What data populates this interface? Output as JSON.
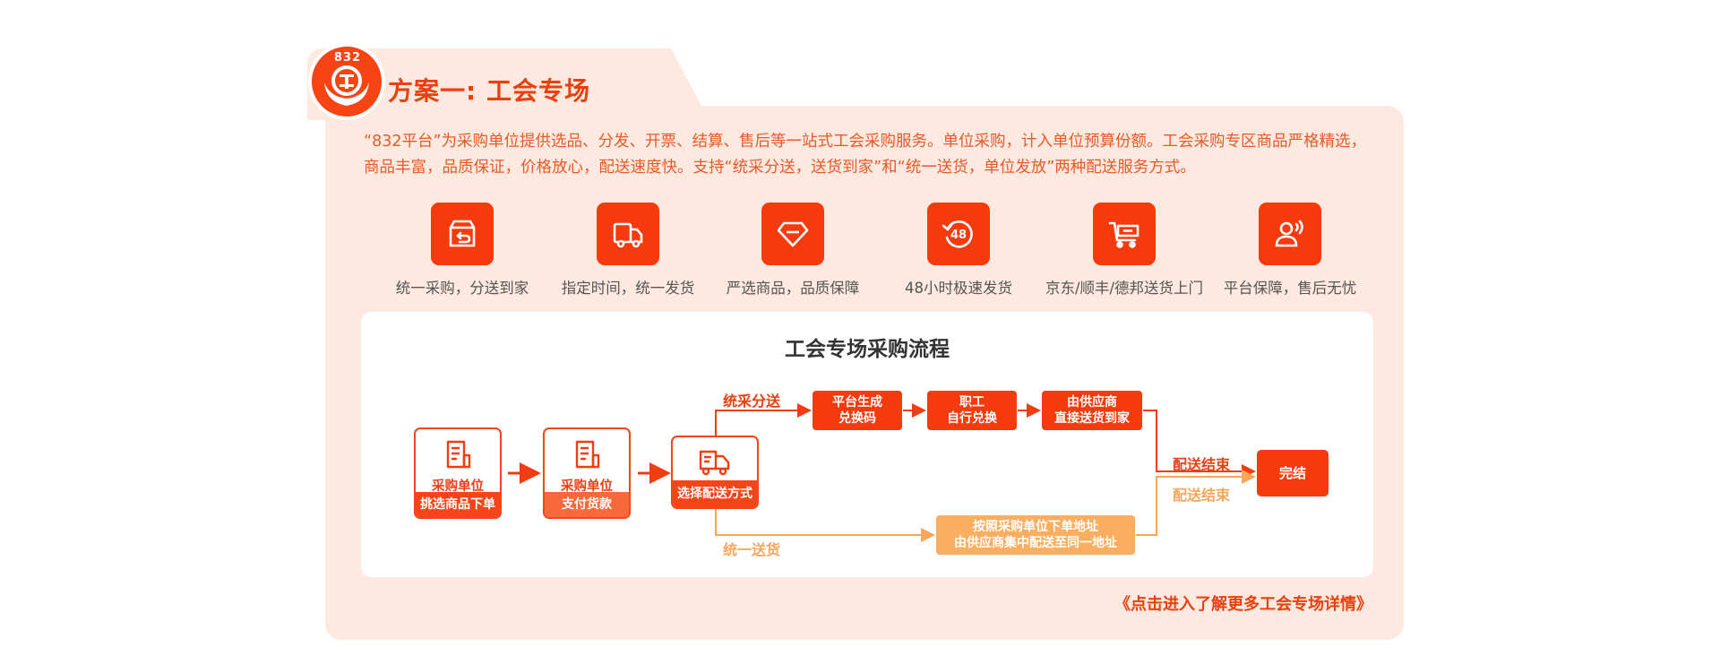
{
  "section": {
    "logo_text": "832",
    "title": "方案一: 工会专场",
    "intro": "“832平台”为采购单位提供选品、分发、开票、结算、售后等一站式工会采购服务。单位采购，计入单位预算份额。工会采购专区商品严格精选，商品丰富，品质保证，价格放心，配送速度快。支持“统采分送，送货到家”和“统一送货，单位发放”两种配送服务方式。"
  },
  "features": [
    {
      "label": "统一采购，分送到家",
      "icon": "return-box-icon"
    },
    {
      "label": "指定时间，统一发货",
      "icon": "delivery-truck-icon"
    },
    {
      "label": "严选商品，品质保障",
      "icon": "diamond-icon"
    },
    {
      "label": "48小时极速发货",
      "icon": "48-hour-icon"
    },
    {
      "label": "京东/顺丰/德邦送货上门",
      "icon": "shopping-cart-icon"
    },
    {
      "label": "平台保障，售后无忧",
      "icon": "customer-service-icon"
    }
  ],
  "flow": {
    "title": "工会专场采购流程",
    "step1": {
      "top": "采购单位",
      "bottom": "挑选商品下单"
    },
    "step2": {
      "top": "采购单位",
      "bottom": "支付货款"
    },
    "step3": {
      "bottom": "选择配送方式"
    },
    "branch_top_label": "统采分送",
    "branch_bottom_label": "统一送货",
    "top_nodes": [
      {
        "line1": "平台生成",
        "line2": "兑换码"
      },
      {
        "line1": "职工",
        "line2": "自行兑换"
      },
      {
        "line1": "由供应商",
        "line2": "直接送货到家"
      }
    ],
    "bottom_node": {
      "line1": "按照采购单位下单地址",
      "line2": "由供应商集中配送至同一地址"
    },
    "end_label_top": "配送结束",
    "end_label_bottom": "配送结束",
    "final": "完结"
  },
  "more_link": "《点击进入了解更多工会专场详情》",
  "colors": {
    "primary": "#f53b0e",
    "panel": "#fde9df",
    "secondary": "#fbad60"
  }
}
